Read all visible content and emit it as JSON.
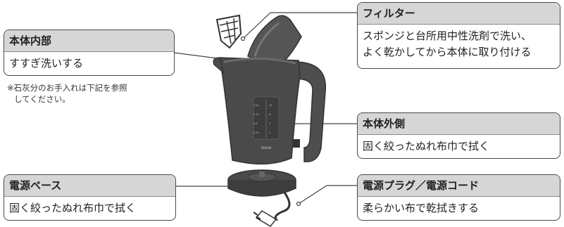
{
  "callouts": {
    "filter": {
      "title": "フィルター",
      "body_lines": [
        "スポンジと台所用中性洗剤で洗い、",
        "よく乾かしてから本体に取り付ける"
      ]
    },
    "inside": {
      "title": "本体内部",
      "body_lines": [
        "すすぎ洗いする"
      ]
    },
    "outside": {
      "title": "本体外側",
      "body_lines": [
        "固く絞ったぬれ布巾で拭く"
      ]
    },
    "base": {
      "title": "電源ベース",
      "body_lines": [
        "固く絞ったぬれ布巾で拭く"
      ]
    },
    "plug": {
      "title": "電源プラグ／電源コード",
      "body_lines": [
        "柔らかい布で乾拭きする"
      ]
    }
  },
  "note": {
    "lines": [
      "※石灰分のお手入れは下記を参照",
      "してください。"
    ]
  },
  "kettle": {
    "brand": "BRAUN",
    "gauge_left": [
      "1.0L",
      "0.75",
      "0.5",
      "0.25"
    ],
    "gauge_right": [
      "12",
      "6",
      "3",
      "1"
    ]
  },
  "colors": {
    "body": "#4a4a4a",
    "body_dark": "#333333",
    "header_fill": "#d6d6d6",
    "line": "#444444"
  }
}
